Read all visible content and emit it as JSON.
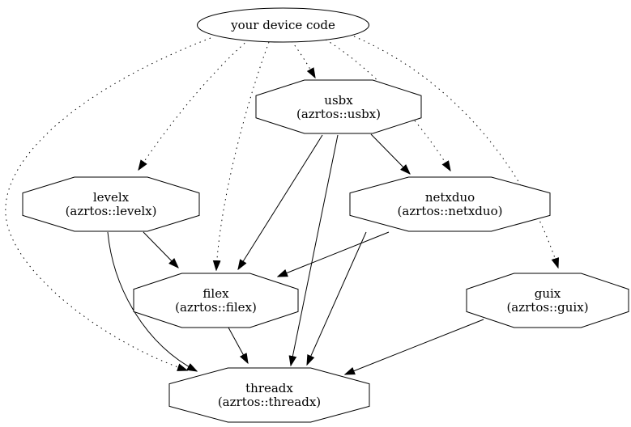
{
  "diagram": {
    "type": "dependency-graph",
    "background_color": "#ffffff",
    "stroke_color": "#000000",
    "nodes": {
      "device": {
        "label": "your device code",
        "shape": "ellipse"
      },
      "usbx": {
        "name": "usbx",
        "package": "(azrtos::usbx)",
        "shape": "octagon"
      },
      "levelx": {
        "name": "levelx",
        "package": "(azrtos::levelx)",
        "shape": "octagon"
      },
      "netxduo": {
        "name": "netxduo",
        "package": "(azrtos::netxduo)",
        "shape": "octagon"
      },
      "filex": {
        "name": "filex",
        "package": "(azrtos::filex)",
        "shape": "octagon"
      },
      "guix": {
        "name": "guix",
        "package": "(azrtos::guix)",
        "shape": "octagon"
      },
      "threadx": {
        "name": "threadx",
        "package": "(azrtos::threadx)",
        "shape": "octagon"
      }
    },
    "edges": [
      {
        "from": "your device code",
        "to": "usbx",
        "style": "dotted"
      },
      {
        "from": "your device code",
        "to": "levelx",
        "style": "dotted"
      },
      {
        "from": "your device code",
        "to": "netxduo",
        "style": "dotted"
      },
      {
        "from": "your device code",
        "to": "filex",
        "style": "dotted"
      },
      {
        "from": "your device code",
        "to": "guix",
        "style": "dotted"
      },
      {
        "from": "your device code",
        "to": "threadx",
        "style": "dotted"
      },
      {
        "from": "usbx",
        "to": "netxduo",
        "style": "solid"
      },
      {
        "from": "usbx",
        "to": "filex",
        "style": "solid"
      },
      {
        "from": "usbx",
        "to": "threadx",
        "style": "solid"
      },
      {
        "from": "levelx",
        "to": "filex",
        "style": "solid"
      },
      {
        "from": "levelx",
        "to": "threadx",
        "style": "solid"
      },
      {
        "from": "netxduo",
        "to": "filex",
        "style": "solid"
      },
      {
        "from": "netxduo",
        "to": "threadx",
        "style": "solid"
      },
      {
        "from": "filex",
        "to": "threadx",
        "style": "solid"
      },
      {
        "from": "guix",
        "to": "threadx",
        "style": "solid"
      }
    ]
  }
}
